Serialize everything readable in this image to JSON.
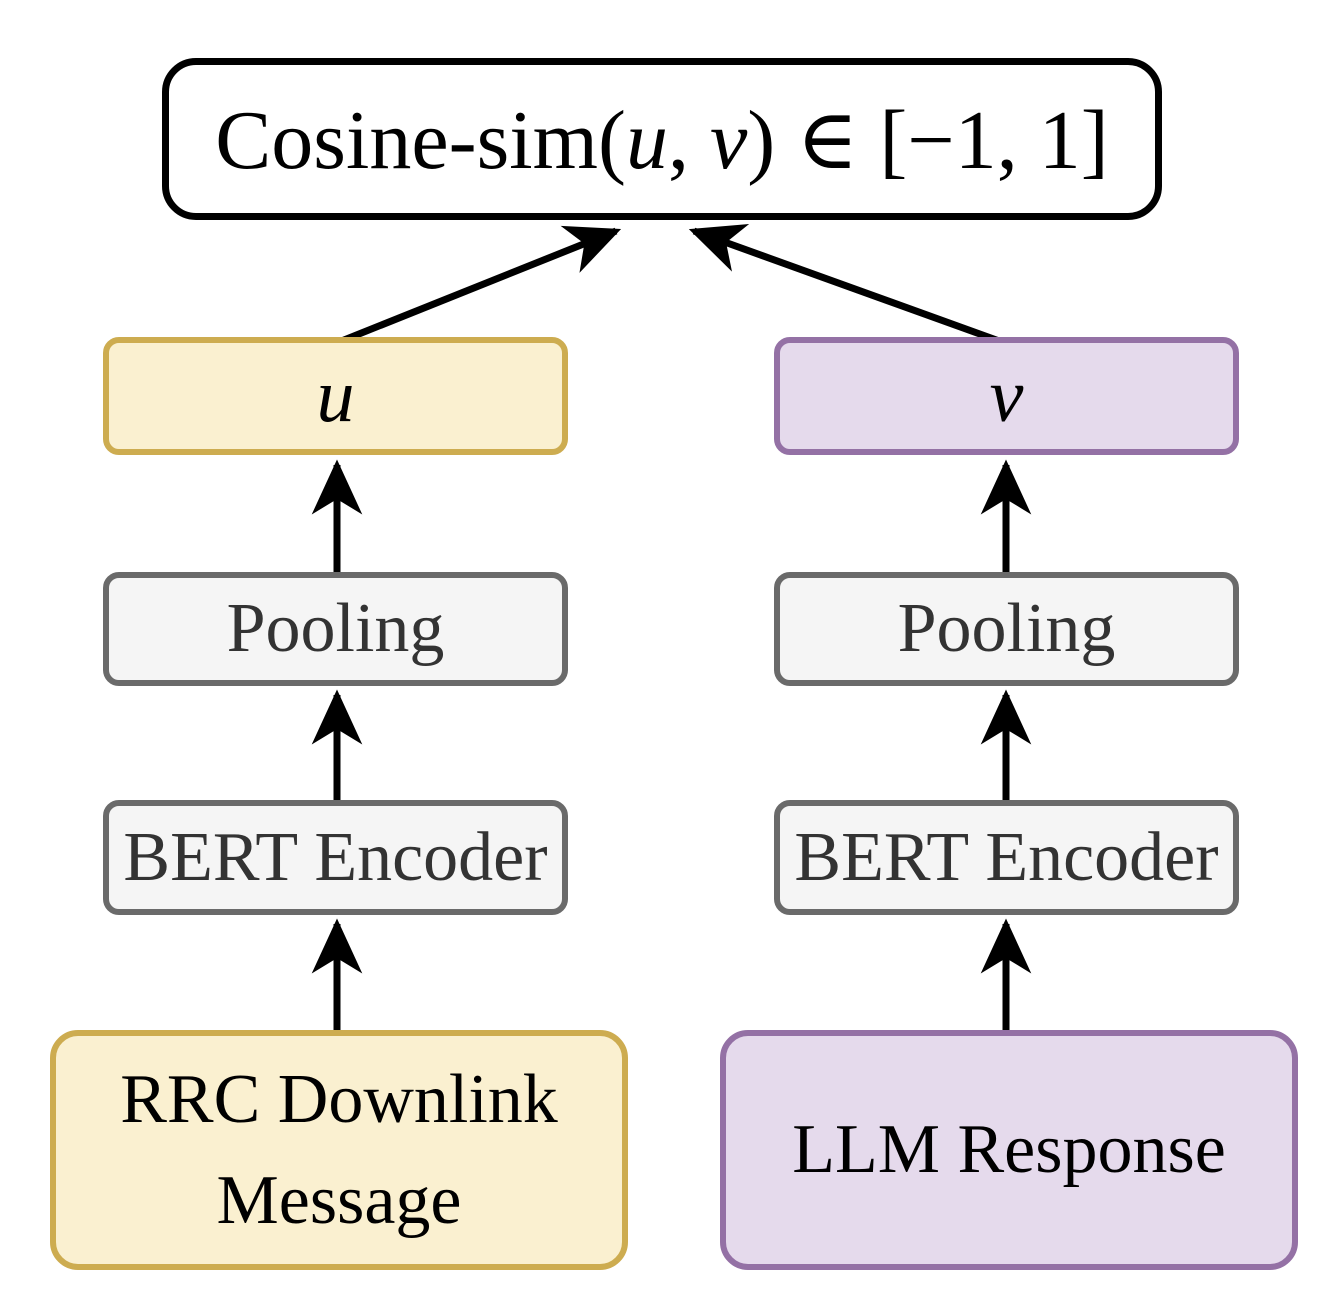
{
  "diagram": {
    "description": "Sentence-BERT style bi-encoder similarity architecture",
    "top_box": {
      "formula_prefix": "Cosine-sim(",
      "formula_u": "u",
      "formula_separator": ", ",
      "formula_v": "v",
      "formula_suffix": ") ∈ [−1, 1]"
    },
    "left_branch": {
      "embedding_label": "u",
      "pooling_label": "Pooling",
      "encoder_label": "BERT Encoder",
      "input_label": "RRC Downlink Message"
    },
    "right_branch": {
      "embedding_label": "v",
      "pooling_label": "Pooling",
      "encoder_label": "BERT Encoder",
      "input_label": "LLM Response"
    },
    "colors": {
      "yellow_fill": "#FAF0D0",
      "yellow_border": "#CDAC50",
      "purple_fill": "#E5DAEC",
      "purple_border": "#9471A5",
      "gray_fill": "#F5F5F5",
      "gray_border": "#6A6A6A",
      "gray_text": "#333333",
      "outline": "#000000",
      "arrow": "#000000"
    }
  }
}
